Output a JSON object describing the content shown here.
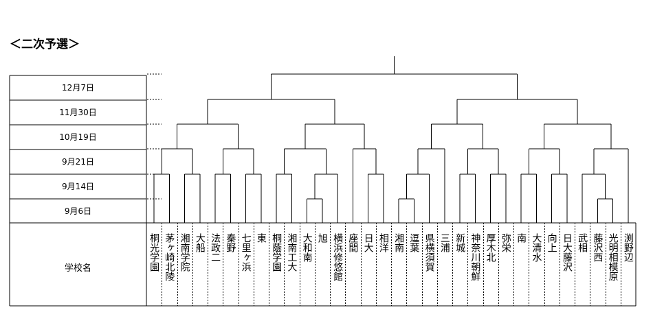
{
  "title": "＜二次予選＞",
  "rounds": [
    "12月7日",
    "11月30日",
    "10月19日",
    "9月21日",
    "9月14日",
    "9月6日"
  ],
  "school_header": "学校名",
  "schools": [
    {
      "name": "桐光学園"
    },
    {
      "name": "茅ヶ崎北陵"
    },
    {
      "name": "湘南学院"
    },
    {
      "name": "大船"
    },
    {
      "name": "法政二"
    },
    {
      "name": "秦野"
    },
    {
      "name": "七里ヶ浜"
    },
    {
      "name": "東"
    },
    {
      "name": "桐蔭学園"
    },
    {
      "name": "湘南工大"
    },
    {
      "name": "大和南"
    },
    {
      "name": "旭"
    },
    {
      "name": "横浜修悠館"
    },
    {
      "name": "座間"
    },
    {
      "name": "日大"
    },
    {
      "name": "相洋"
    },
    {
      "name": "湘南"
    },
    {
      "name": "逗葉"
    },
    {
      "name": "県横須賀"
    },
    {
      "name": "三浦"
    },
    {
      "name": "新城"
    },
    {
      "name": "神奈川朝鮮"
    },
    {
      "name": "厚木北"
    },
    {
      "name": "弥栄"
    },
    {
      "name": "南"
    },
    {
      "name": "大清水"
    },
    {
      "name": "向上"
    },
    {
      "name": "日大藤沢"
    },
    {
      "name": "武相"
    },
    {
      "name": "藤沢西"
    },
    {
      "name": "光明相模原"
    },
    {
      "name": "渕野辺"
    }
  ]
}
